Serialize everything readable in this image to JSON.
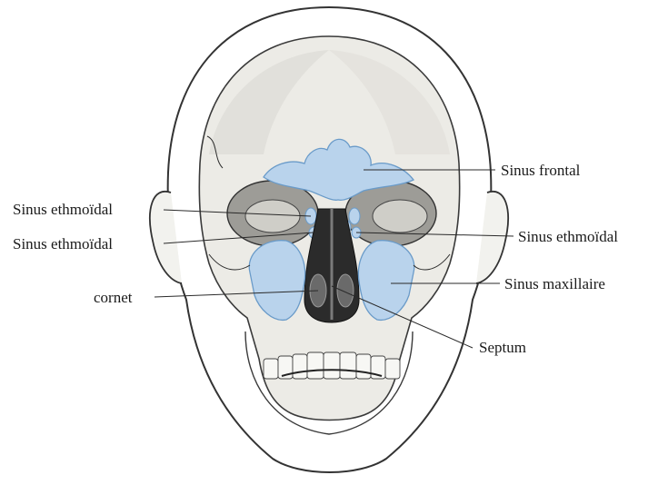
{
  "labels": {
    "sinus_frontal": "Sinus frontal",
    "sinus_ethmoidal_left_upper": "Sinus ethmoïdal",
    "sinus_ethmoidal_left_lower": "Sinus ethmoïdal",
    "sinus_ethmoidal_right": "Sinus ethmoïdal",
    "sinus_maxillaire": "Sinus maxillaire",
    "cornet": "cornet",
    "septum": "Septum"
  },
  "colors": {
    "sinus_fill": "#b9d3ec",
    "sinus_stroke": "#6a9bc9",
    "bone": "#eeeeea",
    "shade": "#c9c9c4",
    "outline": "#333333",
    "nasal_cavity": "#2b2b2b"
  }
}
